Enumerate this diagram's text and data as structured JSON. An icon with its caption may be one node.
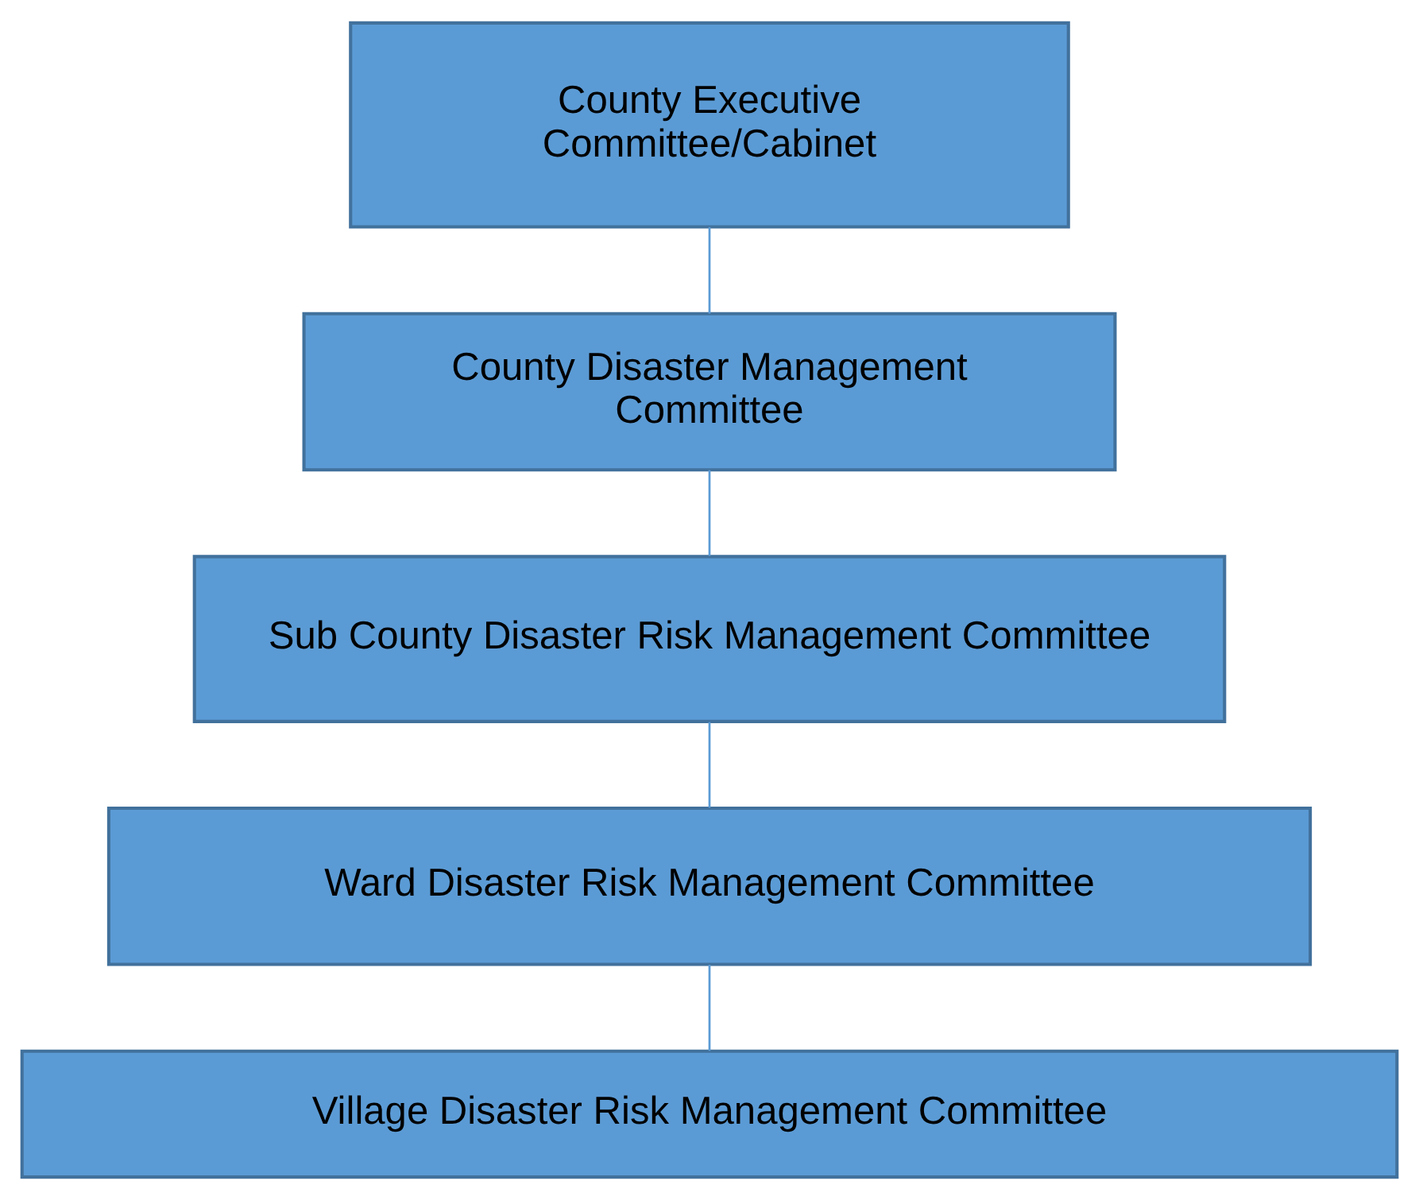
{
  "diagram": {
    "nodes": [
      {
        "text": [
          "County Executive Committee/Cabinet"
        ]
      },
      {
        "text": [
          "County Disaster Management Committee"
        ]
      },
      {
        "text": [
          "Sub County Disaster Risk Management Committee"
        ]
      },
      {
        "text": [
          "Ward Disaster Risk Management Committee"
        ]
      },
      {
        "text": [
          "Village Disaster Risk Management Committee"
        ]
      }
    ],
    "edges": [
      {
        "from": 0,
        "to": 1,
        "arrow": "none"
      },
      {
        "from": 1,
        "to": 2,
        "arrow": "none"
      },
      {
        "from": 2,
        "to": 3,
        "arrow": "none"
      },
      {
        "from": 3,
        "to": 4,
        "arrow": "none"
      }
    ]
  }
}
